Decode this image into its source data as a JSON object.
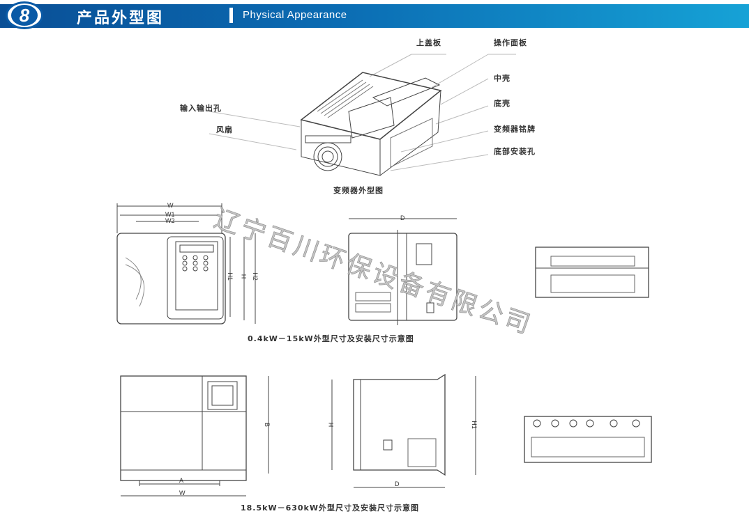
{
  "header": {
    "section_number": "8",
    "title_cn": "产品外型图",
    "title_en": "Physical Appearance",
    "colors": {
      "bar_start": "#0a4f96",
      "bar_end": "#16a2d6"
    }
  },
  "perspective": {
    "labels": {
      "top_cover": "上盖板",
      "operation_panel": "操作面板",
      "middle_shell": "中壳",
      "bottom_shell": "底壳",
      "nameplate": "变频器铭牌",
      "bottom_mount_holes": "底部安装孔",
      "io_holes": "输入输出孔",
      "fan": "风扇"
    },
    "caption": "变频器外型图"
  },
  "small_models": {
    "dims": {
      "w": "W",
      "w1": "W1",
      "w2": "W2",
      "h1": "H1",
      "h": "H",
      "h2": "H2",
      "d": "D"
    },
    "caption": "0.4kW－15kW外型尺寸及安装尺寸示意图"
  },
  "large_models": {
    "dims": {
      "b": "B",
      "a": "A",
      "w": "W",
      "h": "H",
      "h1": "H1",
      "d": "D"
    },
    "caption": "18.5kW－630kW外型尺寸及安装尺寸示意图"
  },
  "watermark": "辽宁百川环保设备有限公司"
}
